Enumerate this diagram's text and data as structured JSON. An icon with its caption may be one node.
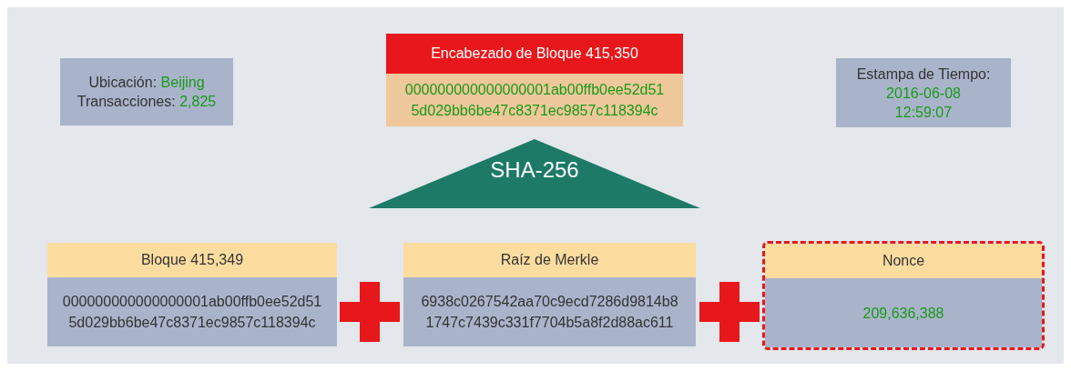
{
  "diagram": {
    "nodes": [
      {
        "text": [
          "Ubicación: Beijing",
          "Transacciones: 2,825"
        ]
      },
      {
        "text": [
          "Encabezado de Bloque 415,350",
          "000000000000000001ab00ffb0ee52d51 5d029bb6be47c8371ec9857c118394c"
        ]
      },
      {
        "text": [
          "Estampa de Tiempo:",
          "2016-06-08 12:59:07"
        ]
      },
      {
        "text": [
          "SHA-256"
        ]
      },
      {
        "text": [
          "Bloque 415,349",
          "000000000000000001ab00ffb0ee52d51 5d029bb6be47c8371ec9857c118394c"
        ]
      },
      {
        "text": [
          "Raíz de Merkle",
          "6938c0267542aa70c9ecd7286d9814b8 1747c7439c331f7704b5a8f2d88ac611"
        ]
      },
      {
        "text": [
          "Nonce",
          "209,636,388"
        ]
      }
    ]
  }
}
